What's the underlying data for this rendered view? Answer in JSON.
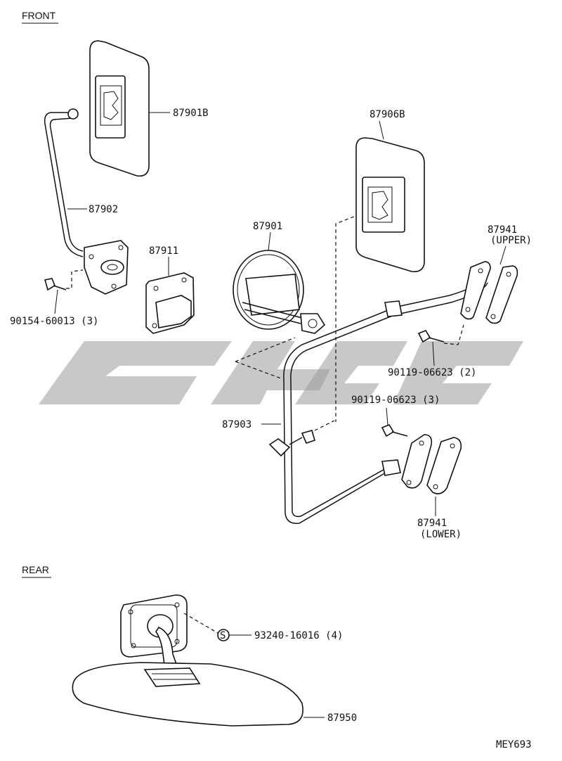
{
  "sections": {
    "front": "FRONT",
    "rear": "REAR"
  },
  "parts": {
    "p87901B": "87901B",
    "p87902": "87902",
    "p90154": "90154-60013 (3)",
    "p87911": "87911",
    "p87906B": "87906B",
    "p87901": "87901",
    "p87941_upper_num": "87941",
    "p87941_upper_tag": "(UPPER)",
    "p90119_2": "90119-06623 (2)",
    "p90119_3": "90119-06623 (3)",
    "p87903": "87903",
    "p87941_lower_num": "87941",
    "p87941_lower_tag": "(LOWER)",
    "p93240": "93240-16016 (4)",
    "p87950": "87950"
  },
  "screw_symbol": "S",
  "diagram_code": "MEY693"
}
